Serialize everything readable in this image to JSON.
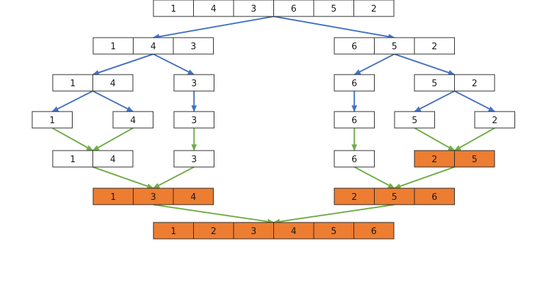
{
  "colors": {
    "split_arrow": "#4472C4",
    "merge_arrow": "#70AD47",
    "sorted_fill": "#ED7D31",
    "plain_fill": "#FFFFFF",
    "border": "#2B2B2B"
  },
  "nodes": [
    {
      "id": "root",
      "values": [
        "1",
        "4",
        "3",
        "6",
        "5",
        "2"
      ],
      "filled": false
    },
    {
      "id": "L",
      "values": [
        "1",
        "4",
        "3"
      ],
      "filled": false
    },
    {
      "id": "R",
      "values": [
        "6",
        "5",
        "2"
      ],
      "filled": false
    },
    {
      "id": "LL",
      "values": [
        "1",
        "4"
      ],
      "filled": false
    },
    {
      "id": "LR",
      "values": [
        "3"
      ],
      "filled": false
    },
    {
      "id": "RL",
      "values": [
        "6"
      ],
      "filled": false
    },
    {
      "id": "RR",
      "values": [
        "5",
        "2"
      ],
      "filled": false
    },
    {
      "id": "LLL",
      "values": [
        "1"
      ],
      "filled": false
    },
    {
      "id": "LLR",
      "values": [
        "4"
      ],
      "filled": false
    },
    {
      "id": "LR2",
      "values": [
        "3"
      ],
      "filled": false
    },
    {
      "id": "RL2",
      "values": [
        "6"
      ],
      "filled": false
    },
    {
      "id": "RRL",
      "values": [
        "5"
      ],
      "filled": false
    },
    {
      "id": "RRR",
      "values": [
        "2"
      ],
      "filled": false
    },
    {
      "id": "mLL",
      "values": [
        "1",
        "4"
      ],
      "filled": false
    },
    {
      "id": "mLR",
      "values": [
        "3"
      ],
      "filled": false
    },
    {
      "id": "mRL",
      "values": [
        "6"
      ],
      "filled": false
    },
    {
      "id": "mRR",
      "values": [
        "2",
        "5"
      ],
      "filled": true
    },
    {
      "id": "mL",
      "values": [
        "1",
        "3",
        "4"
      ],
      "filled": true
    },
    {
      "id": "mR",
      "values": [
        "2",
        "5",
        "6"
      ],
      "filled": true
    },
    {
      "id": "final",
      "values": [
        "1",
        "2",
        "3",
        "4",
        "5",
        "6"
      ],
      "filled": true
    }
  ]
}
